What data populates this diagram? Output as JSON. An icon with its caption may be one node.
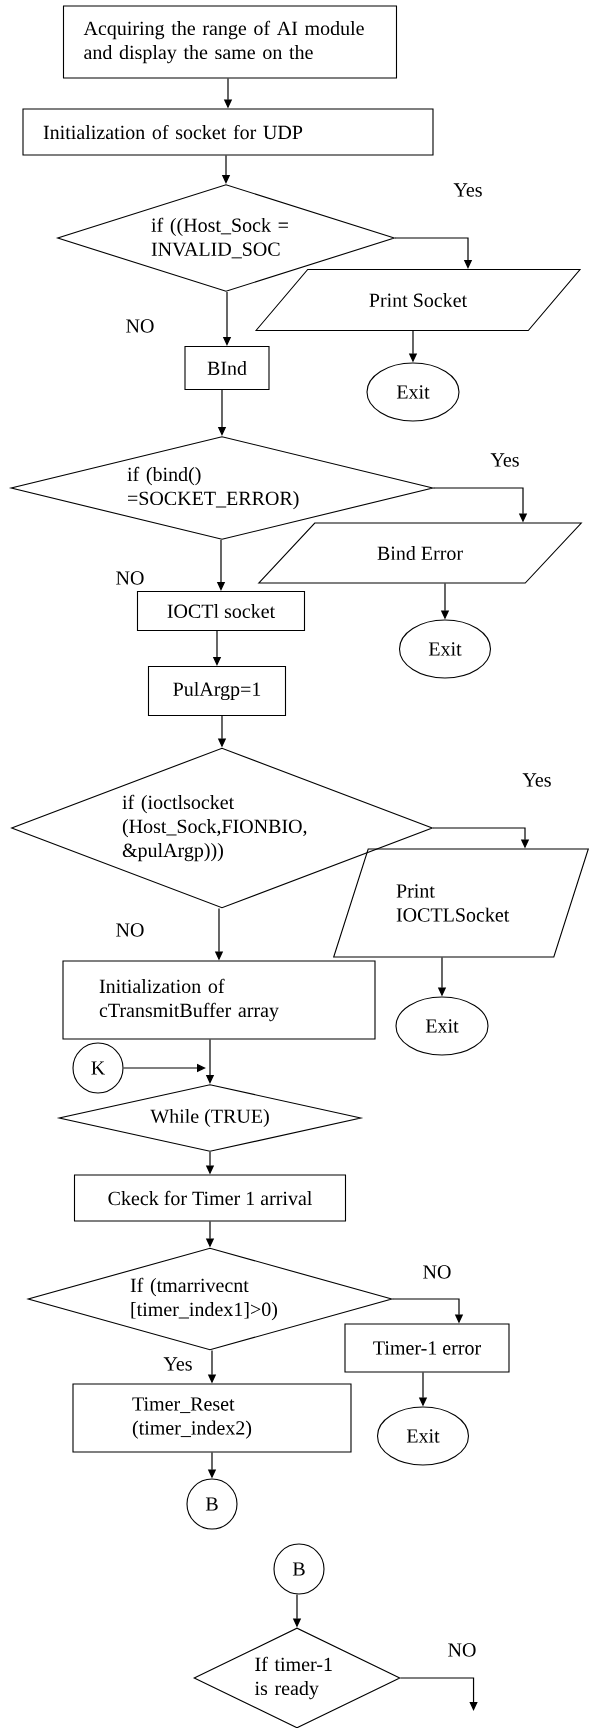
{
  "diagram": {
    "nodes": [
      {
        "text": [
          "Acquiring the range of AI module and display the same on the"
        ]
      },
      {
        "text": [
          "Initialization of socket for UDP"
        ]
      },
      {
        "text": [
          "if ((Host_Sock = INVALID_SOC"
        ]
      },
      {
        "text": [
          "Print Socket"
        ]
      },
      {
        "text": [
          "BInd"
        ]
      },
      {
        "text": [
          "Exit"
        ]
      },
      {
        "text": [
          "if (bind() =SOCKET_ERROR)"
        ]
      },
      {
        "text": [
          "Bind Error"
        ]
      },
      {
        "text": [
          "IOCTl socket"
        ]
      },
      {
        "text": [
          "Exit"
        ]
      },
      {
        "text": [
          "PulArgp=1"
        ]
      },
      {
        "text": [
          "if (ioctlsocket (Host_Sock,FIONBIO, &pulArgp)))"
        ]
      },
      {
        "text": [
          "Print IOCTLSocket"
        ]
      },
      {
        "text": [
          "Exit"
        ]
      },
      {
        "text": [
          "Initialization of cTransmitBuffer array"
        ]
      },
      {
        "text": [
          "K"
        ]
      },
      {
        "text": [
          "While (TRUE)"
        ]
      },
      {
        "text": [
          "Ckeck for Timer 1 arrival"
        ]
      },
      {
        "text": [
          "If (tmarrivecnt [timer_index1]>0)"
        ]
      },
      {
        "text": [
          "Timer-1 error"
        ]
      },
      {
        "text": [
          "Exit"
        ]
      },
      {
        "text": [
          "Timer_Reset (timer_index2)"
        ]
      },
      {
        "text": [
          "B"
        ]
      },
      {
        "text": [
          "B"
        ]
      },
      {
        "text": [
          "If timer-1 is ready"
        ]
      }
    ],
    "edges": [
      {
        "from": 0,
        "to": 1,
        "arrow": "to"
      },
      {
        "from": 1,
        "to": 2,
        "arrow": "to"
      },
      {
        "from": 2,
        "to": 3,
        "arrow": "to",
        "label": "Yes"
      },
      {
        "from": 2,
        "to": 4,
        "arrow": "to",
        "label": "NO"
      },
      {
        "from": 3,
        "to": 5,
        "arrow": "to"
      },
      {
        "from": 4,
        "to": 6,
        "arrow": "to"
      },
      {
        "from": 6,
        "to": 7,
        "arrow": "to",
        "label": "Yes"
      },
      {
        "from": 6,
        "to": 8,
        "arrow": "to",
        "label": "NO"
      },
      {
        "from": 7,
        "to": 9,
        "arrow": "to"
      },
      {
        "from": 8,
        "to": 10,
        "arrow": "to"
      },
      {
        "from": 10,
        "to": 11,
        "arrow": "to"
      },
      {
        "from": 11,
        "to": 12,
        "arrow": "to",
        "label": "Yes"
      },
      {
        "from": 11,
        "to": 14,
        "arrow": "to",
        "label": "NO"
      },
      {
        "from": 12,
        "to": 13,
        "arrow": "to"
      },
      {
        "from": 14,
        "to": 16,
        "arrow": "to"
      },
      {
        "from": 15,
        "to": 16,
        "arrow": "to"
      },
      {
        "from": 16,
        "to": 17,
        "arrow": "to"
      },
      {
        "from": 17,
        "to": 18,
        "arrow": "to"
      },
      {
        "from": 18,
        "to": 19,
        "arrow": "to",
        "label": "NO"
      },
      {
        "from": 18,
        "to": 21,
        "arrow": "to",
        "label": "Yes"
      },
      {
        "from": 19,
        "to": 20,
        "arrow": "to"
      },
      {
        "from": 21,
        "to": 22,
        "arrow": "to"
      },
      {
        "from": 23,
        "to": 24,
        "arrow": "to"
      },
      {
        "from": 24,
        "to": null,
        "arrow": "to",
        "label": "NO"
      }
    ]
  }
}
